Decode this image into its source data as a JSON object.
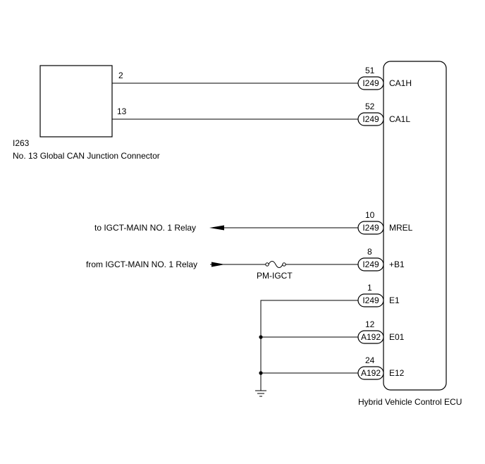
{
  "junction_connector": {
    "code": "I263",
    "name": "No. 13 Global CAN Junction Connector",
    "pins": [
      "2",
      "13"
    ]
  },
  "ecu": {
    "name": "Hybrid Vehicle Control ECU"
  },
  "connections": [
    {
      "pin": "51",
      "connector": "I249",
      "signal": "CA1H"
    },
    {
      "pin": "52",
      "connector": "I249",
      "signal": "CA1L"
    },
    {
      "pin": "10",
      "connector": "I249",
      "signal": "MREL"
    },
    {
      "pin": "8",
      "connector": "I249",
      "signal": "+B1"
    },
    {
      "pin": "1",
      "connector": "I249",
      "signal": "E1"
    },
    {
      "pin": "12",
      "connector": "A192",
      "signal": "E01"
    },
    {
      "pin": "24",
      "connector": "A192",
      "signal": "E12"
    }
  ],
  "external": {
    "to_label": "to IGCT-MAIN NO. 1 Relay",
    "from_label": "from IGCT-MAIN NO. 1 Relay"
  },
  "fuse": {
    "label": "PM-IGCT"
  }
}
